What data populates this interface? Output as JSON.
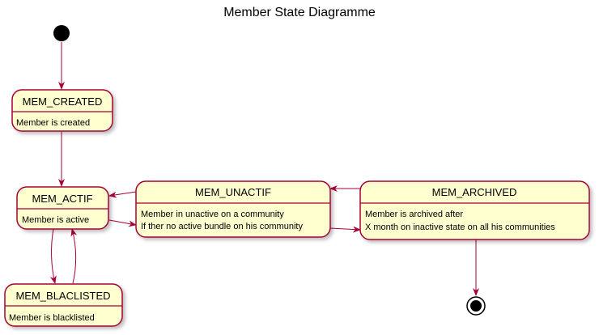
{
  "title": "Member State Diagramme",
  "colors": {
    "state_fill": "#FEFECE",
    "state_border": "#A80036",
    "arrow": "#A80036",
    "node": "#000000"
  },
  "states": {
    "created": {
      "name": "MEM_CREATED",
      "desc": [
        "Member is created"
      ]
    },
    "actif": {
      "name": "MEM_ACTIF",
      "desc": [
        "Member is active"
      ]
    },
    "unactif": {
      "name": "MEM_UNACTIF",
      "desc": [
        "Member in unactive on a community",
        "If ther no active bundle on his community"
      ]
    },
    "archived": {
      "name": "MEM_ARCHIVED",
      "desc": [
        "Member is archived after",
        "X month on inactive state on all his communities"
      ]
    },
    "blacklisted": {
      "name": "MEM_BLACLISTED",
      "desc": [
        "Member is blacklisted"
      ]
    }
  }
}
